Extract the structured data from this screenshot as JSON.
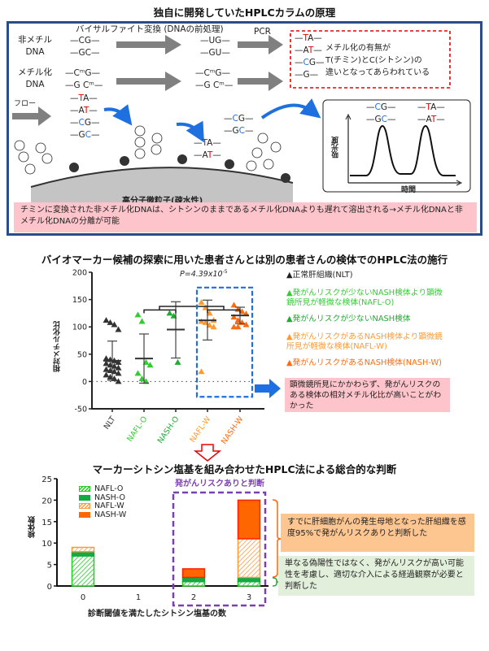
{
  "top": {
    "title": "独自に開発していたHPLCカラムの原理",
    "bisulfite_label": "バイサルファイト変換 (DNAの前処理)",
    "pcr_label": "PCR",
    "unmethyl_label": [
      "非メチル",
      "DNA"
    ],
    "methyl_label": [
      "メチル化",
      "DNA"
    ],
    "seq_unmethyl": [
      "—CG—",
      "—GC—"
    ],
    "seq_unmethyl_conv": [
      "—UG—",
      "—GU—"
    ],
    "seq_methyl": [
      "—CᵐG—",
      "—G Cᵐ—"
    ],
    "seq_methyl_conv": [
      "—CᵐG—",
      "—G Cᵐ—"
    ],
    "result_seq": [
      "—TA—",
      "—AT—",
      "—CG—",
      "—G—"
    ],
    "result_note": [
      "メチル化の有無が",
      "T(チミン)とC(シトシン)の",
      "違いとなってあらわれている"
    ],
    "flow_label": "フロー",
    "flow_seq": [
      "—TA—",
      "—AT—",
      "—CG—",
      "—GC—"
    ],
    "eluted_cg": [
      "—CG—",
      "—GC—"
    ],
    "eluted_ta": [
      "—TA—",
      "—AT—"
    ],
    "particle_label": "高分子微粒子(疎水性)",
    "chrom_ylabel": "吸光度",
    "chrom_xlabel": "時間",
    "chrom_peak1": [
      "—CG—",
      "—GC—"
    ],
    "chrom_peak2": [
      "—TA—",
      "—AT—"
    ],
    "summary": "チミンに変換された非メチル化DNAは、シトシンのままであるメチル化DNAよりも遅れて溶出される→メチル化DNAと非メチル化DNAの分離が可能",
    "colors": {
      "border": "#2b4c8c",
      "pink": "#fdc5cb",
      "red": "#e00000",
      "blue": "#1e6fe0"
    }
  },
  "chart_data": [
    {
      "type": "scatter",
      "title": "バイオマーカー候補の探索に用いた患者さんとは別の患者さんの検体でのHPLC法の施行",
      "ylabel": "相対メチル化比",
      "ylim": [
        -50,
        200
      ],
      "yticks": [
        "200",
        "150",
        "100",
        "50",
        "0",
        "-50"
      ],
      "categories": [
        "NLT",
        "NAFL-O",
        "NASH-O",
        "NAFL-W",
        "NASH-W"
      ],
      "colors": [
        "#333333",
        "#33cc33",
        "#22aa33",
        "#ff9a33",
        "#ff6a10"
      ],
      "series": [
        {
          "name": "NLT",
          "values": [
            112,
            108,
            104,
            95,
            42,
            40,
            38,
            35,
            33,
            30,
            28,
            25,
            22,
            20,
            18,
            15,
            12,
            8,
            5,
            0
          ],
          "mean": 38,
          "err": [
            2,
            74
          ]
        },
        {
          "name": "NAFL-O",
          "values": [
            122,
            110,
            35,
            30,
            15,
            5,
            0
          ],
          "mean": 42,
          "err": [
            -3,
            87
          ]
        },
        {
          "name": "NASH-O",
          "values": [
            125,
            120,
            35
          ],
          "mean": 95,
          "err": [
            43,
            146
          ]
        },
        {
          "name": "NAFL-W",
          "values": [
            145,
            135,
            125,
            112,
            110,
            108,
            103,
            100,
            18
          ],
          "mean": 112,
          "err": [
            76,
            149
          ]
        },
        {
          "name": "NASH-W",
          "values": [
            140,
            132,
            128,
            124,
            118,
            112,
            108,
            104,
            100,
            100
          ],
          "mean": 121,
          "err": [
            106,
            136
          ]
        }
      ],
      "pvalue": "P=4.39x10",
      "pvalue_exp": "-5",
      "legend": [
        {
          "text": "▲正常肝組織(NLT)",
          "color": "#222222"
        },
        {
          "text": "▲発がんリスクが少ないNASH検体より顕微鏡所見が軽微な検体(NAFL-O)",
          "color": "#33cc33"
        },
        {
          "text": "▲発がんリスクが少ないNASH検体",
          "color": "#22aa33"
        },
        {
          "text": "▲発がんリスクがあるNASH検体より顕微鏡所見が軽微な検体(NAFL-W)",
          "color": "#ff9a33"
        },
        {
          "text": "▲発がんリスクがあるNASH検体(NASH-W)",
          "color": "#ff6a10"
        }
      ],
      "note": "顕微鏡所見にかかわらず、発がんリスクのある検体の相対メチル化比が高いことがわかった"
    },
    {
      "type": "bar",
      "title": "マーカーシトシン塩基を組み合わせたHPLC法による総合的な判断",
      "xlabel": "診断閾値を満たしたシトシン塩基の数",
      "ylabel": "検体数",
      "ylim": [
        0,
        25
      ],
      "yticks": [
        "25",
        "20",
        "15",
        "10",
        "5",
        "0"
      ],
      "categories": [
        "0",
        "1",
        "2",
        "3"
      ],
      "series": [
        {
          "name": "NAFL-O",
          "values": [
            7,
            0,
            1,
            1
          ],
          "color": "#22cc22",
          "hatched": true
        },
        {
          "name": "NASH-O",
          "values": [
            1,
            0,
            1,
            1
          ],
          "color": "#11aa44",
          "hatched": false
        },
        {
          "name": "NAFL-W",
          "values": [
            1,
            0,
            0,
            9
          ],
          "color": "#ff9a40",
          "hatched": true
        },
        {
          "name": "NASH-W",
          "values": [
            0,
            0,
            2,
            9
          ],
          "color": "#ff6600",
          "hatched": false
        }
      ],
      "highlight_label": "発がんリスクありと判断",
      "note_orange": "すでに肝細胞がんの発生母地となった肝組織を感度95%で発がんリスクありと判断した",
      "note_green": "単なる偽陽性ではなく、発がんリスクが高い可能性を考慮し、適切な介入による経過観察が必要と判断した"
    }
  ]
}
